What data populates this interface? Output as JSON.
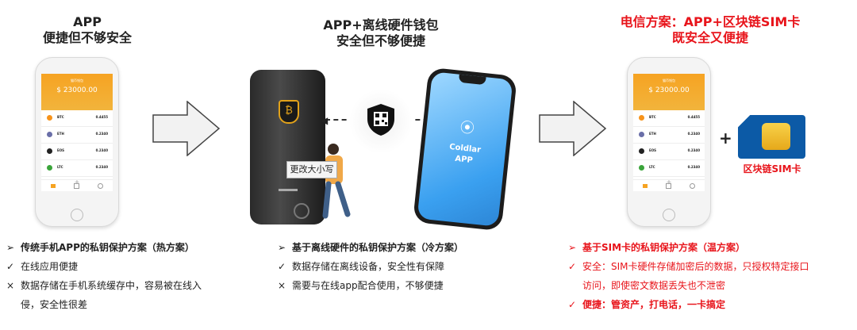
{
  "col1": {
    "title1": "APP",
    "title2": "便捷但不够安全",
    "list": [
      {
        "mark": "➢",
        "text": "传统手机APP的私钥保护方案（热方案）",
        "bold": true
      },
      {
        "mark": "✓",
        "text": "在线应用便捷"
      },
      {
        "mark": "×",
        "text": "数据存储在手机系统缓存中，容易被在线入"
      },
      {
        "mark": "",
        "text": "侵，安全性很差"
      }
    ]
  },
  "col2": {
    "title1": "APP+离线硬件钱包",
    "title2": "安全但不够便捷",
    "popup": "更改大小写",
    "coldlar1": "Coldlar",
    "coldlar2": "APP",
    "list": [
      {
        "mark": "➢",
        "text": "基于离线硬件的私钥保护方案（冷方案）",
        "bold": true
      },
      {
        "mark": "✓",
        "text": "数据存储在离线设备，安全性有保障"
      },
      {
        "mark": "×",
        "text": "需要与在线app配合使用，不够便捷"
      }
    ]
  },
  "col3": {
    "title1": "电信方案：APP+区块链SIM卡",
    "title2": "既安全又便捷",
    "plus": "+",
    "sim_label": "区块链SIM卡",
    "list": [
      {
        "mark": "➢",
        "text": "基于SIM卡的私钥保护方案（温方案）",
        "bold": true
      },
      {
        "mark": "✓",
        "text": "安全：SIM卡硬件存储加密后的数据，只授权特定接口"
      },
      {
        "mark": "",
        "text": "访问，即使密文数据丢失也不泄密"
      },
      {
        "mark": "✓",
        "text": "便捷：管资产，打电话，一卡搞定"
      }
    ]
  },
  "phone_app": {
    "header": "猫币钱包",
    "balance": "$ 23000.00",
    "coins": [
      {
        "name": "BTC",
        "amount": "0.4455",
        "color": "#f7931a"
      },
      {
        "name": "ETH",
        "amount": "0.2340",
        "color": "#6a6fa8"
      },
      {
        "name": "EOS",
        "amount": "0.2340",
        "color": "#222222"
      },
      {
        "name": "LTC",
        "amount": "0.2340",
        "color": "#3aa43a"
      }
    ],
    "add": "+"
  },
  "colors": {
    "red": "#e8141b",
    "orange": "#f6a322",
    "sim_blue": "#0c5aa6"
  }
}
